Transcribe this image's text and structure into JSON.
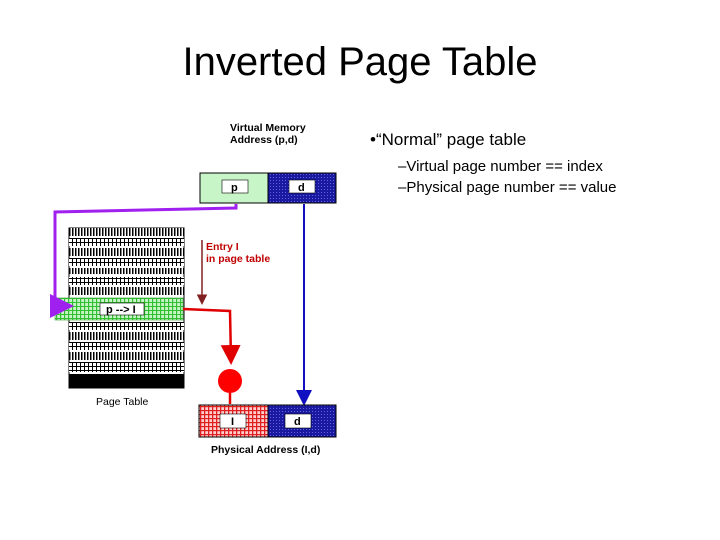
{
  "slide": {
    "title": "Inverted Page Table"
  },
  "bullets": {
    "main": "•“Normal” page table",
    "sub": [
      "–Virtual page number == index",
      "–Physical page number == value"
    ]
  },
  "diagram": {
    "virtual_label_line1": "Virtual Memory",
    "virtual_label_line2": "Address (p,d)",
    "virtual_p": "p",
    "virtual_d": "d",
    "entry_label_line1": "Entry I",
    "entry_label_line2": "in page table",
    "page_table_entry": "p --> I",
    "page_table_label": "Page Table",
    "physical_i": "I",
    "physical_d": "d",
    "physical_label": "Physical Address (I,d)",
    "colors": {
      "purple_arrow": "#a020f0",
      "red_arrow": "#e00000",
      "blue_arrow": "#1010c0",
      "green_cell": "#c8f5c8",
      "blue_cell": "#1a1aa0",
      "red_cell": "#e03030"
    }
  }
}
